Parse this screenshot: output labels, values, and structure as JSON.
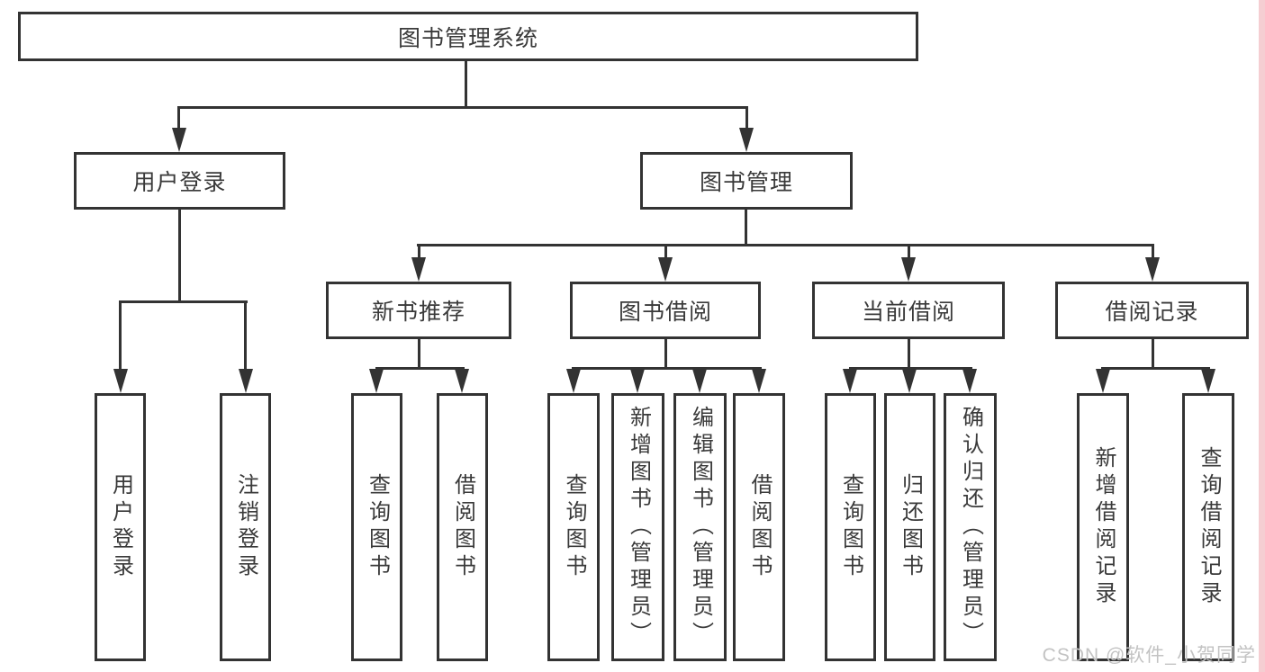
{
  "tree": {
    "root": {
      "label": "图书管理系统"
    },
    "branches": [
      {
        "label": "用户登录",
        "children": [
          {
            "label": "用户登录"
          },
          {
            "label": "注销登录"
          }
        ]
      },
      {
        "label": "图书管理",
        "groups": [
          {
            "label": "新书推荐",
            "children": [
              {
                "label": "查询图书"
              },
              {
                "label": "借阅图书"
              }
            ]
          },
          {
            "label": "图书借阅",
            "children": [
              {
                "label": "查询图书"
              },
              {
                "label": "新增图书（管理员）"
              },
              {
                "label": "编辑图书（管理员）"
              },
              {
                "label": "借阅图书"
              }
            ]
          },
          {
            "label": "当前借阅",
            "children": [
              {
                "label": "查询图书"
              },
              {
                "label": "归还图书"
              },
              {
                "label": "确认归还（管理员）"
              }
            ]
          },
          {
            "label": "借阅记录",
            "children": [
              {
                "label": "新增借阅记录"
              },
              {
                "label": "查询借阅记录"
              }
            ]
          }
        ]
      }
    ]
  },
  "watermark": {
    "text": "CSDN @软件_小贺同学"
  },
  "colors": {
    "line": "#333333",
    "box_border": "#333333",
    "box_background": "#ffffff",
    "text": "#3a3a3a",
    "watermark_text": "#c3c3c3",
    "right_strip": "#f5ced2",
    "background": "#ffffff"
  }
}
